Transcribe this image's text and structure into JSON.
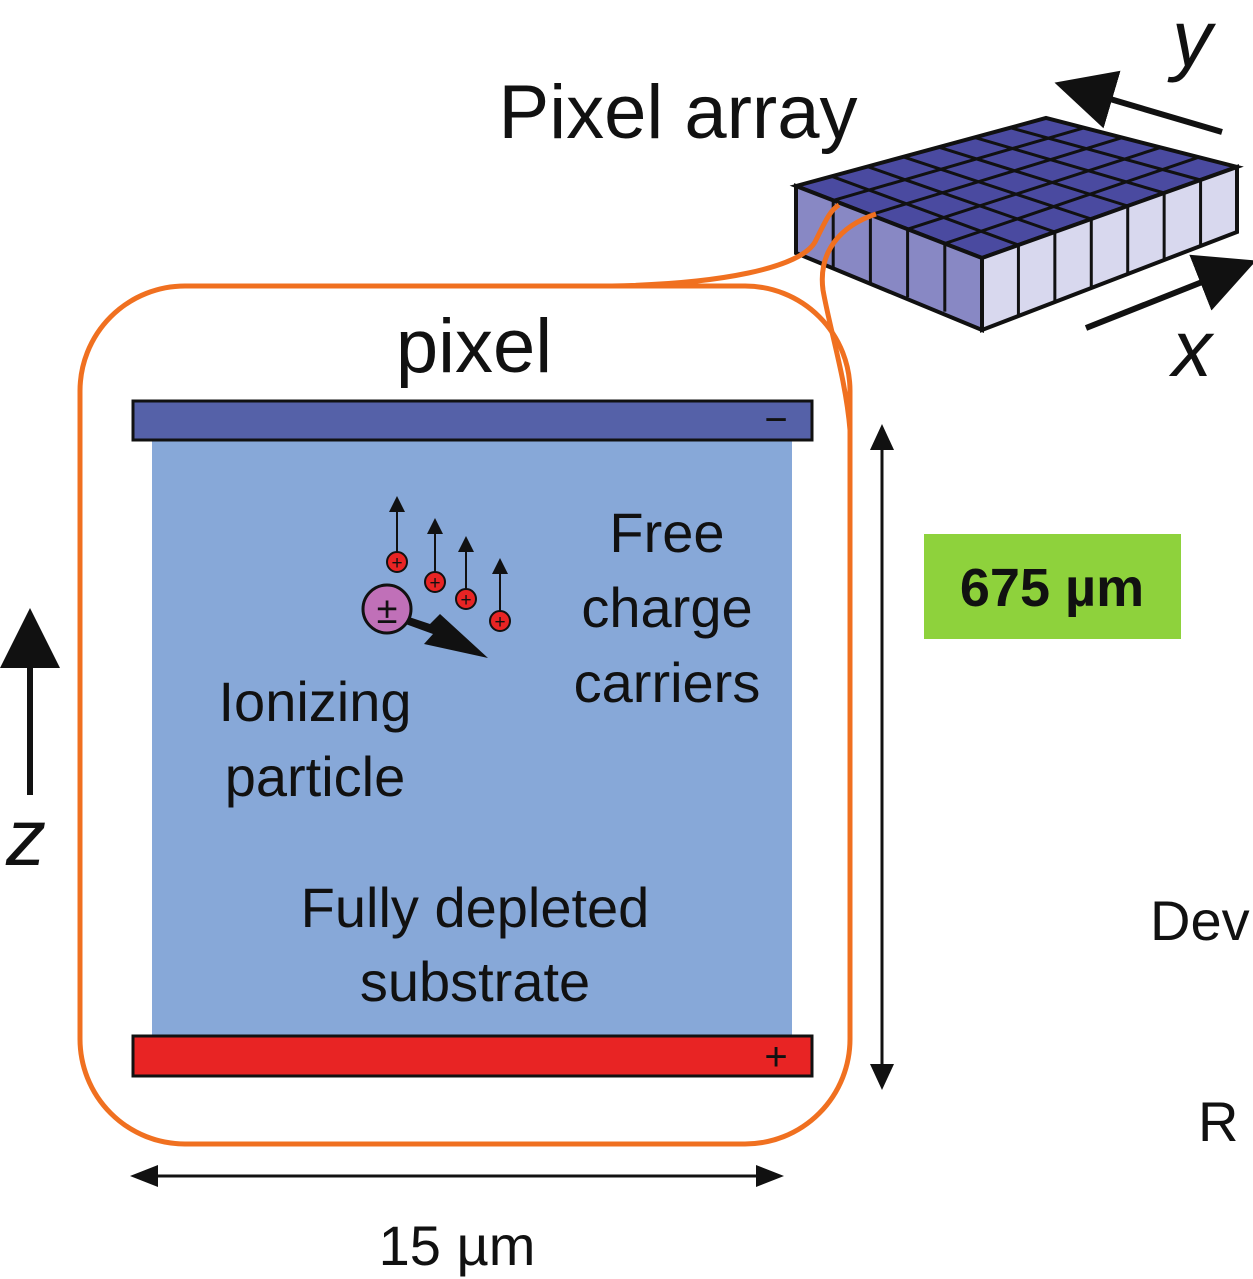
{
  "title": "Pixel array",
  "axes": {
    "x": "x",
    "y": "y",
    "z": "z"
  },
  "pixel_label": "pixel",
  "electrodes": {
    "top_sign": "−",
    "bottom_sign": "+"
  },
  "particle": {
    "symbol": "±",
    "label_line1": "Ionizing",
    "label_line2": "particle"
  },
  "carriers": {
    "symbol": "+",
    "label_line1": "Free",
    "label_line2": "charge",
    "label_line3": "carriers"
  },
  "substrate": {
    "label_line1": "Fully depleted",
    "label_line2": "substrate"
  },
  "thickness_label": "675 µm",
  "width_label": "15 µm",
  "partial_labels": {
    "label1": "Dev",
    "label2": "R"
  },
  "colors": {
    "outline": "#f07020",
    "top_electrode": "#5561a8",
    "bottom_electrode": "#e82424",
    "substrate": "#87a8d8",
    "badge": "#8ed23c",
    "particle": "#c070b8",
    "carrier": "#e82424",
    "pixel_top": "#4a4aa0",
    "pixel_side_dark": "#8888c4",
    "pixel_side_light": "#d8d8ee"
  }
}
